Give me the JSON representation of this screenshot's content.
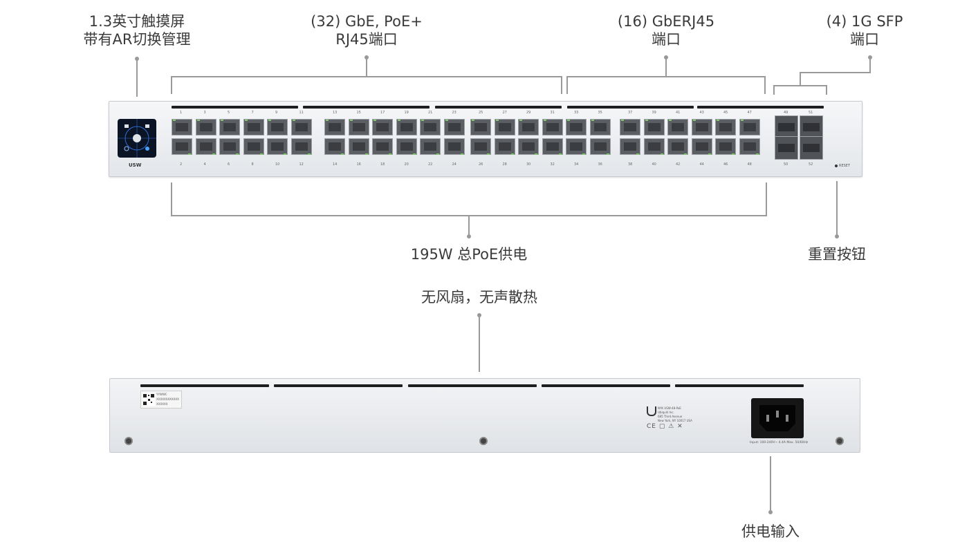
{
  "labels": {
    "touchscreen_line1": "1.3英寸触摸屏",
    "touchscreen_line2": "带有AR切换管理",
    "gbe_poe_line1": "(32) GbE, PoE+",
    "gbe_poe_line2": "RJ45端口",
    "gbe_rj45_line1": "(16) GbERJ45",
    "gbe_rj45_line2": "端口",
    "sfp_line1": "(4) 1G SFP",
    "sfp_line2": "端口",
    "poe_budget": "195W 总PoE供电",
    "reset": "重置按钮",
    "fanless": "无风扇，无声散热",
    "power_input": "供电输入"
  },
  "device": {
    "brand_badge": "USW",
    "reset_text": "RESET",
    "port_numbers_top": [
      "1",
      "3",
      "5",
      "7",
      "9",
      "11",
      "13",
      "15",
      "17",
      "19",
      "21",
      "23",
      "25",
      "27",
      "29",
      "31",
      "33",
      "35",
      "37",
      "39",
      "41",
      "43",
      "45",
      "47"
    ],
    "port_numbers_bottom": [
      "2",
      "4",
      "6",
      "8",
      "10",
      "12",
      "14",
      "16",
      "18",
      "20",
      "22",
      "24",
      "26",
      "28",
      "30",
      "32",
      "34",
      "36",
      "38",
      "40",
      "42",
      "44",
      "46",
      "48"
    ],
    "sfp_numbers_top": [
      "49",
      "51"
    ],
    "sfp_numbers_bottom": [
      "50",
      "52"
    ],
    "rear_sticker_line1": "YYWWC",
    "rear_sticker_line2": "XXXXXXXXXXXX",
    "rear_sticker_line3": "XXXXXX",
    "rear_product_line1": "NYK USW-48-PoE",
    "rear_product_line2": "Ubiquiti Inc.",
    "rear_product_line3": "685 Third Avenue",
    "rear_product_line4": "New York, NY 10017 USA",
    "rear_power_rating": "Input: 100-240V~ 4.4A Max. 50/60Hz"
  },
  "colors": {
    "leader_line": "#999999",
    "port_led": "#7fc96a",
    "panel": "#e6e9ec"
  }
}
